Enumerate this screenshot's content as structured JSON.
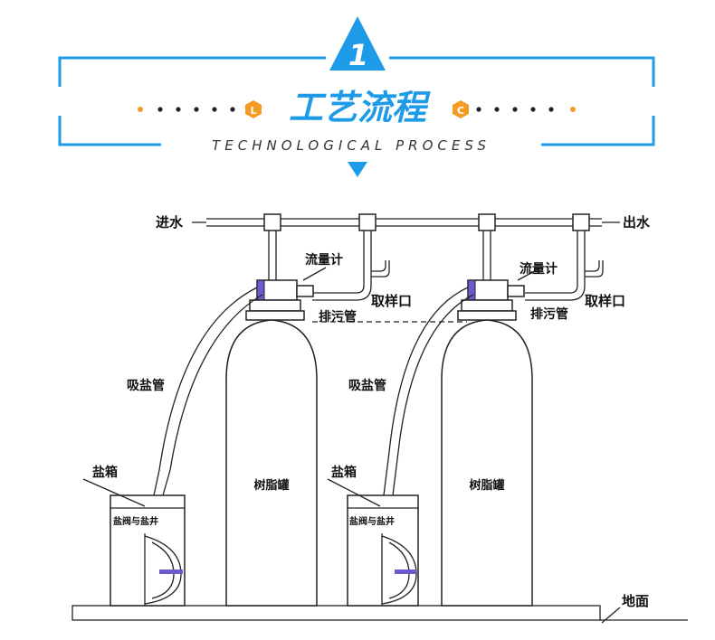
{
  "header": {
    "number": "1",
    "title": "工艺流程",
    "subtitle": "TECHNOLOGICAL PROCESS",
    "left_badge": "L",
    "right_badge": "C"
  },
  "colors": {
    "blue": "#1e9be8",
    "orange": "#f59a23",
    "dark": "#222222"
  },
  "labels": {
    "inlet": "进水",
    "outlet": "出水",
    "flowmeter_left": "流量计",
    "flowmeter_right": "流量计",
    "sampling_left": "取样口",
    "sampling_right": "取样口",
    "drain_left": "排污管",
    "drain_right": "排污管",
    "brine_pipe_left": "吸盐管",
    "brine_pipe_right": "吸盐管",
    "salt_tank_left": "盐箱",
    "salt_tank_right": "盐箱",
    "salt_valve_left": "盐阀与盐井",
    "salt_valve_right": "盐阀与盐井",
    "resin_tank_left": "树脂罐",
    "resin_tank_right": "树脂罐",
    "ground": "地面"
  },
  "icons": [
    "triangle-number-icon",
    "down-arrow-icon",
    "hexagon-badge-icon"
  ]
}
